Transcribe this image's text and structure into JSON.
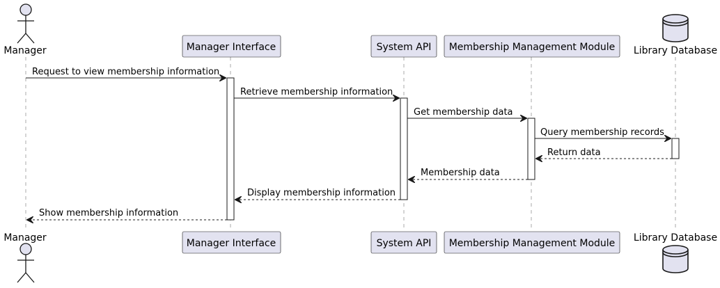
{
  "participants": [
    {
      "id": "manager",
      "label": "Manager",
      "kind": "actor"
    },
    {
      "id": "ui",
      "label": "Manager Interface",
      "kind": "participant"
    },
    {
      "id": "api",
      "label": "System API",
      "kind": "participant"
    },
    {
      "id": "mmm",
      "label": "Membership Management Module",
      "kind": "participant"
    },
    {
      "id": "db",
      "label": "Library Database",
      "kind": "database"
    }
  ],
  "messages": [
    {
      "from": "manager",
      "to": "ui",
      "label": "Request to view membership information",
      "style": "solid"
    },
    {
      "from": "ui",
      "to": "api",
      "label": "Retrieve membership information",
      "style": "solid"
    },
    {
      "from": "api",
      "to": "mmm",
      "label": "Get membership data",
      "style": "solid"
    },
    {
      "from": "mmm",
      "to": "db",
      "label": "Query membership records",
      "style": "solid"
    },
    {
      "from": "db",
      "to": "mmm",
      "label": "Return data",
      "style": "dashed"
    },
    {
      "from": "mmm",
      "to": "api",
      "label": "Membership data",
      "style": "dashed"
    },
    {
      "from": "api",
      "to": "ui",
      "label": "Display membership information",
      "style": "dashed"
    },
    {
      "from": "ui",
      "to": "manager",
      "label": "Show membership information",
      "style": "dashed"
    }
  ],
  "colors": {
    "participant_fill": "#e2e2f0",
    "border": "#181818",
    "lifeline": "#a8a8a8"
  }
}
